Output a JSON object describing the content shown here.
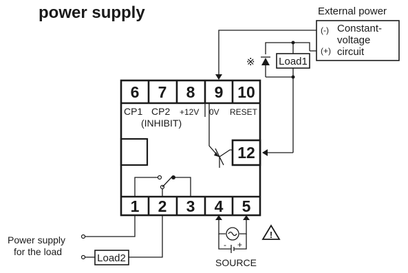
{
  "title": "power supply",
  "external_power": {
    "label": "External power",
    "minus": "(-)",
    "plus": "(+)",
    "circuit_line1": "Constant-",
    "circuit_line2": "voltage",
    "circuit_line3": "circuit"
  },
  "note_mark": "※",
  "load1": "Load1",
  "load2": "Load2",
  "terminals_top": [
    "6",
    "7",
    "8",
    "9",
    "10"
  ],
  "terminal_labels": {
    "cp1": "CP1",
    "cp2": "CP2",
    "p12v": "+12V",
    "ov": "0V",
    "reset": "RESET",
    "inhibit": "(INHIBIT)"
  },
  "terminal_12": "12",
  "terminals_bottom": [
    "1",
    "2",
    "3",
    "4",
    "5"
  ],
  "power_supply_label_line1": "Power supply",
  "power_supply_label_line2": "for the load",
  "source_label": "SOURCE",
  "source_minus": "-",
  "source_plus": "+",
  "warning_symbol": "!",
  "colors": {
    "line": "#1a1a1a",
    "background": "#ffffff"
  }
}
